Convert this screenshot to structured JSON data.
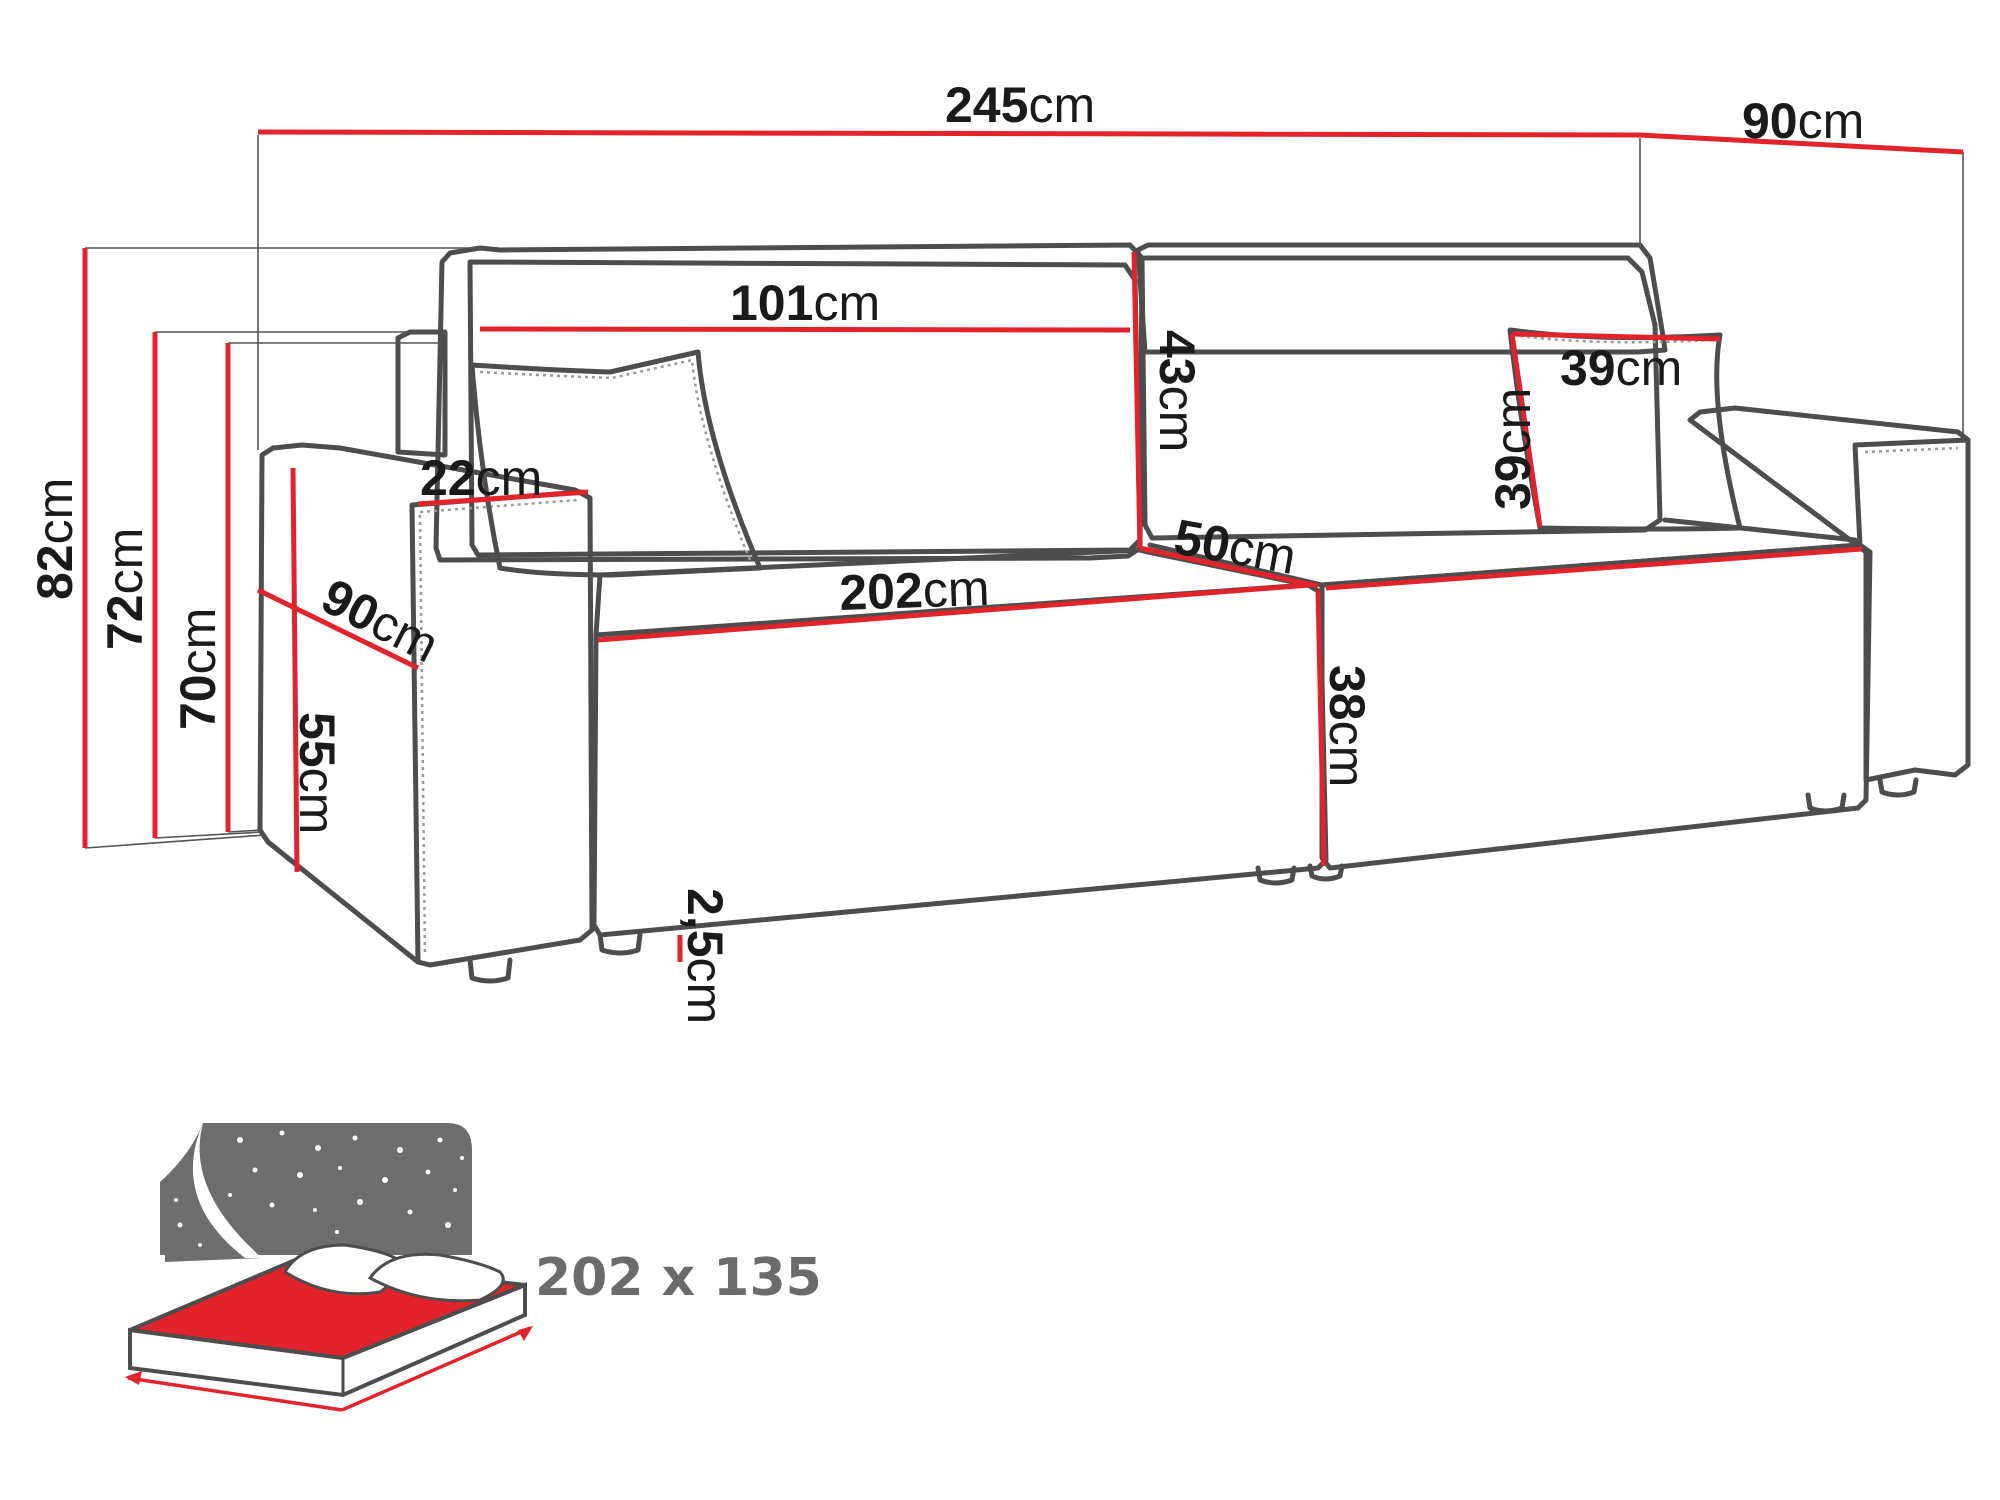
{
  "unit": "cm",
  "dimensions": {
    "total_width": "245",
    "total_depth": "90",
    "backrest_cushion_width": "101",
    "backrest_cushion_height": "43",
    "pillow_width": "39",
    "pillow_height": "39",
    "armrest_width": "22",
    "armrest_depth": "90",
    "seat_width": "202",
    "seat_depth": "50",
    "seat_height": "38",
    "total_height": "82",
    "back_height": "72",
    "armrest_height": "70",
    "armrest_side_height": "55",
    "leg_height": "2,5"
  },
  "sleeping_area": {
    "size_text": "202 x 135"
  },
  "colors": {
    "dimension_line": "#e3232c",
    "outline": "#4d4d4d",
    "night_panel": "#6d6d6d",
    "mattress_top": "#e3232c",
    "size_text": "#6b6b6b"
  },
  "icons": [
    "sofa-outline-drawing",
    "sleeping-function-icon"
  ]
}
